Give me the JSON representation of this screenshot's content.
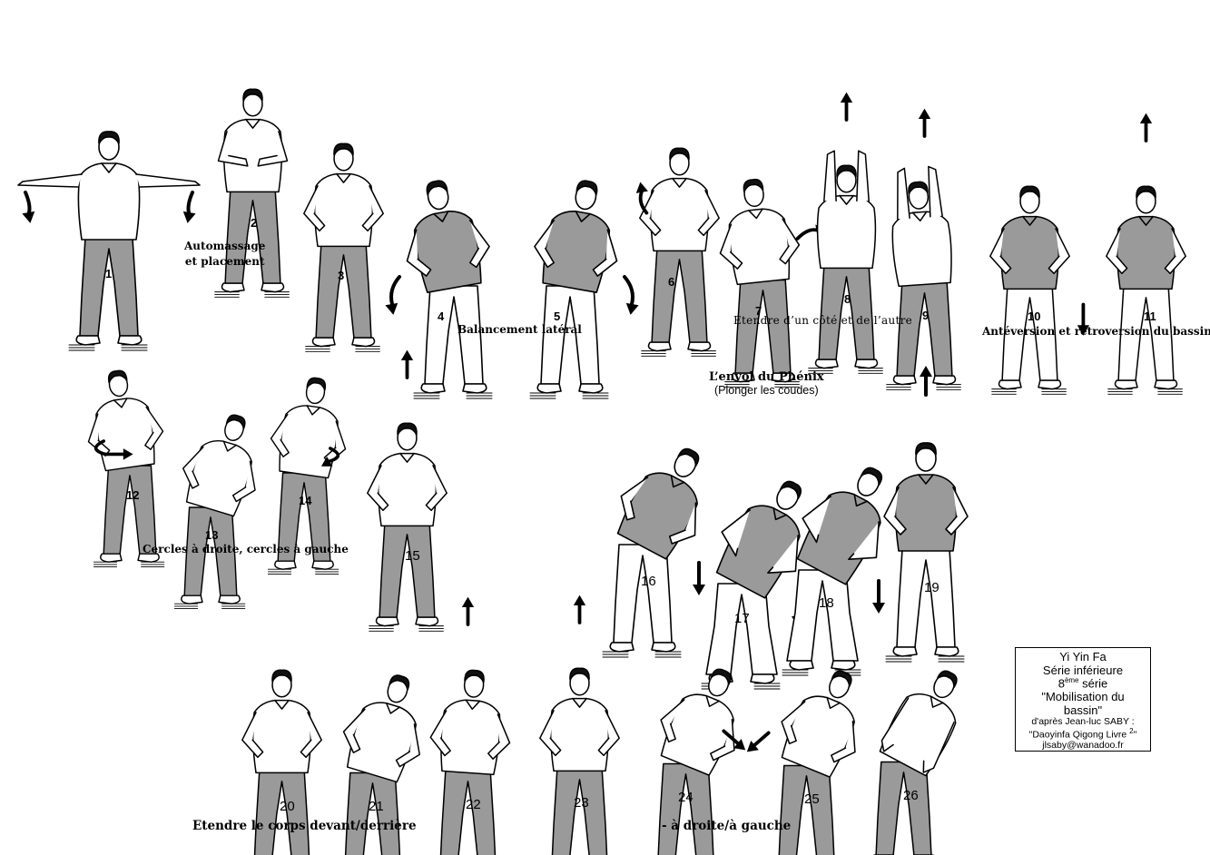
{
  "colors": {
    "pants_gray": "#9a9a9a",
    "shirt_gray": "#9a9a9a",
    "ink": "#000000",
    "background": "#ffffff"
  },
  "figures": [
    {
      "number": "1",
      "pose": "arms-out",
      "shirt": "white",
      "pants": "gray",
      "arrow": "curved-down-both"
    },
    {
      "number": "2",
      "pose": "hands-belly",
      "shirt": "white",
      "pants": "gray"
    },
    {
      "number": "3",
      "pose": "hands-hips",
      "shirt": "white",
      "pants": "gray"
    },
    {
      "number": "4",
      "pose": "lean-left",
      "shirt": "gray",
      "pants": "white",
      "arrow": "curved-down-left"
    },
    {
      "number": "5",
      "pose": "lean-right",
      "shirt": "gray",
      "pants": "white",
      "arrow": "curved-down-right"
    },
    {
      "number": "6",
      "pose": "side-hips",
      "shirt": "white",
      "pants": "gray",
      "arrow": "curved-up-left"
    },
    {
      "number": "7",
      "pose": "side-lean",
      "shirt": "white",
      "pants": "gray",
      "arrow": "curved-right"
    },
    {
      "number": "8",
      "pose": "arms-up",
      "shirt": "white",
      "pants": "gray",
      "arrow": "up"
    },
    {
      "number": "9",
      "pose": "arms-up-lean",
      "shirt": "white",
      "pants": "gray",
      "arrow": "up"
    },
    {
      "number": "10",
      "pose": "hands-hips",
      "shirt": "gray",
      "pants": "white",
      "arrow": "down"
    },
    {
      "number": "11",
      "pose": "hands-hips",
      "shirt": "gray",
      "pants": "white",
      "arrow": "up"
    },
    {
      "number": "12",
      "pose": "circle-left",
      "shirt": "white",
      "pants": "gray",
      "arrow": "circle-left"
    },
    {
      "number": "13",
      "pose": "lean-forward",
      "shirt": "white",
      "pants": "gray"
    },
    {
      "number": "14",
      "pose": "circle-right",
      "shirt": "white",
      "pants": "gray",
      "arrow": "circle-right"
    },
    {
      "number": "15",
      "pose": "hands-hips",
      "shirt": "white",
      "pants": "gray",
      "arrow": "up"
    },
    {
      "number": "16",
      "pose": "bend-forward",
      "shirt": "gray",
      "pants": "white",
      "arrow": "down"
    },
    {
      "number": "17",
      "pose": "squat-elbows",
      "shirt": "gray",
      "pants": "white",
      "arrow": "down"
    },
    {
      "number": "18",
      "pose": "squat-elbows",
      "shirt": "gray",
      "pants": "white",
      "arrow": "down"
    },
    {
      "number": "19",
      "pose": "rise-up",
      "shirt": "gray",
      "pants": "white",
      "arrow": "up"
    },
    {
      "number": "20",
      "pose": "hands-back",
      "shirt": "white",
      "pants": "gray"
    },
    {
      "number": "21",
      "pose": "lean-forward",
      "shirt": "white",
      "pants": "gray"
    },
    {
      "number": "22",
      "pose": "lean-back",
      "shirt": "white",
      "pants": "gray",
      "arrow": "up"
    },
    {
      "number": "23",
      "pose": "hands-back",
      "shirt": "white",
      "pants": "gray",
      "arrow": "up"
    },
    {
      "number": "24",
      "pose": "side-bend",
      "shirt": "white",
      "pants": "gray",
      "arrow": "diag-right"
    },
    {
      "number": "25",
      "pose": "side-bend",
      "shirt": "white",
      "pants": "gray",
      "arrow": "diag-left"
    },
    {
      "number": "26",
      "pose": "hands-knees",
      "shirt": "white",
      "pants": "gray"
    }
  ],
  "captions": {
    "automassage_line1": "Automassage",
    "automassage_line2": "et placement",
    "balancement": "Balancement latéral",
    "etendre_cote": "Etendre d’un côté et de l’autre",
    "anteversion": "Antéversion et rétroversion du bassin",
    "envol_title": "L’envol du Phénix",
    "envol_sub": "(Plonger les coudes)",
    "cercles": "Cercles à droite, cercles à gauche",
    "etendre_corps": "Etendre le corps  devant/derrière",
    "droite_gauche": "-  à droite/à gauche"
  },
  "infobox": {
    "line1": "Yi Yin Fa",
    "line2": "Série  inférieure",
    "line3_num": "8",
    "line3_sup": "ème",
    "line3_rest": " série",
    "line4": "\"Mobilisation du",
    "line5": "bassin\"",
    "line6": "d'après Jean-luc SABY :",
    "line7_a": "\"Daoyinfa Qigong Livre ",
    "line7_sup": "2",
    "line7_b": "\"",
    "line8": "jlsaby@wanadoo.fr"
  }
}
